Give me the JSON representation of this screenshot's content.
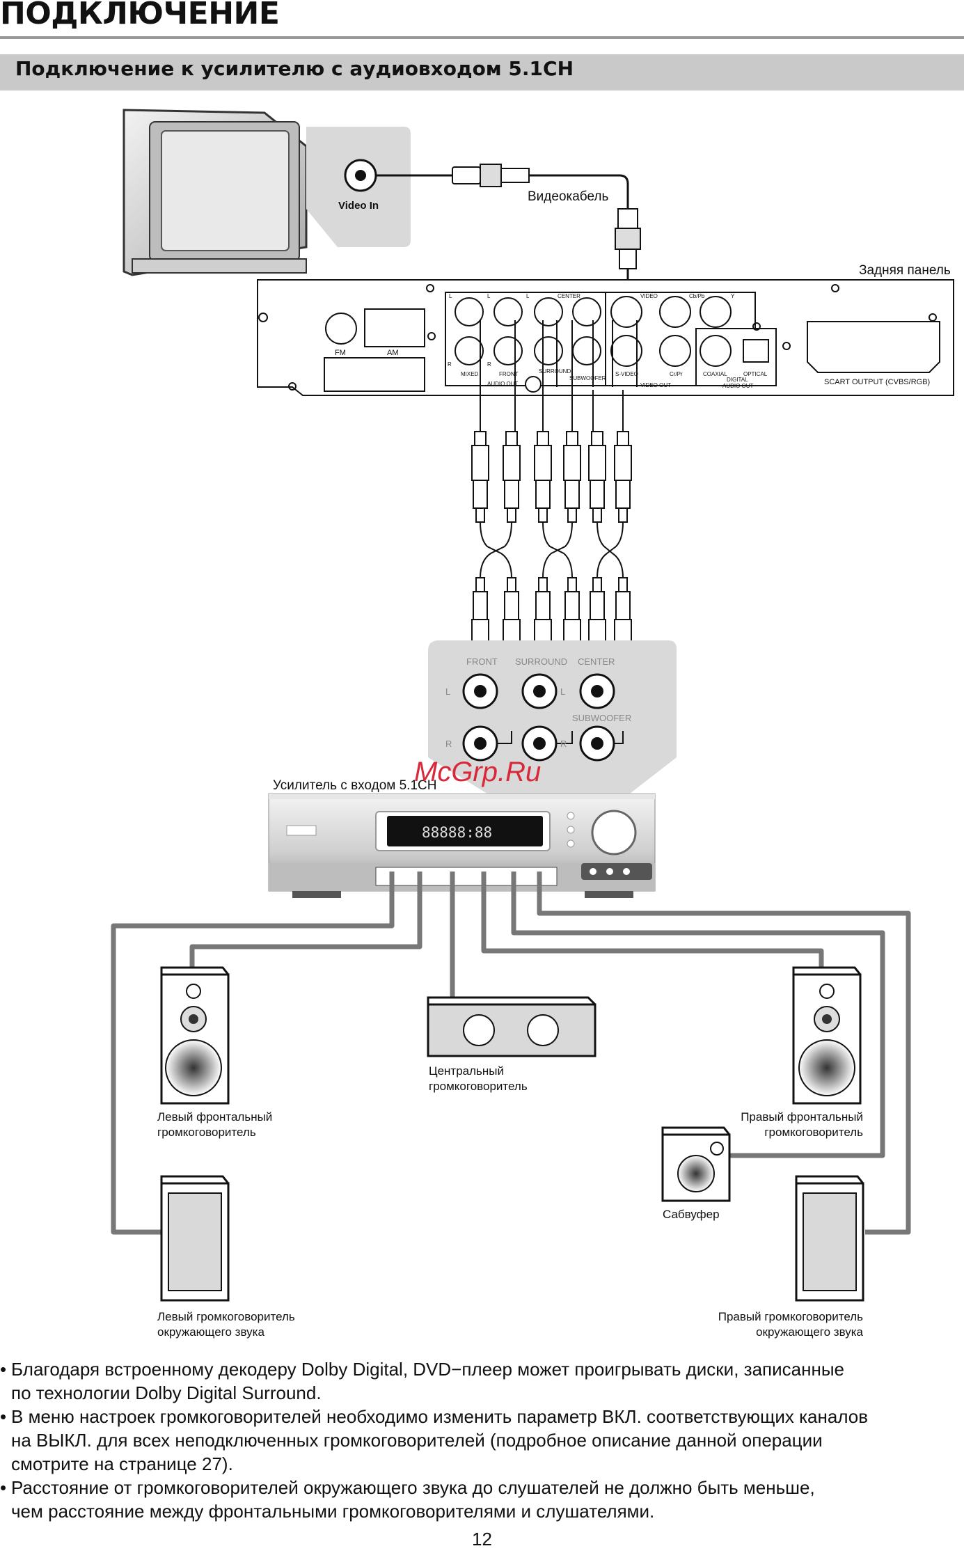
{
  "page": {
    "title": "ПОДКЛЮЧЕНИЕ",
    "section": "Подключение к усилителю с аудиовходом 5.1CH",
    "number": "12"
  },
  "diagram": {
    "tv_video_in": "Video In",
    "video_cable": "Видеокабель",
    "rear_panel": "Задняя панель",
    "rear_ports": {
      "fm": "FM",
      "am": "AM",
      "l": "L",
      "r": "R",
      "center": "CENTER",
      "mixed": "MIXED",
      "front": "FRONT",
      "surround": "SURROUND",
      "subwoofer": "SUBWOOFER",
      "audio_out": "AUDIO OUT",
      "video": "VIDEO",
      "cbpb": "Cb/Pb",
      "y": "Y",
      "svideo": "S-VIDEO",
      "crpr": "Cr/Pr",
      "video_out": "VIDEO OUT",
      "coaxial": "COAXIAL",
      "optical": "OPTICAL",
      "digital_audio_out_1": "DIGITAL",
      "digital_audio_out_2": "AUDIO OUT",
      "scart": "SCART  OUTPUT  (CVBS/RGB)"
    },
    "amp_inputs": {
      "front": "FRONT",
      "surround": "SURROUND",
      "center": "CENTER",
      "subwoofer": "SUBWOOFER",
      "l": "L",
      "r": "R"
    },
    "amp_label": "Усилитель с входом 5.1CH",
    "amp_display": "88888:88",
    "watermark": "McGrp.Ru",
    "speakers": {
      "left_front_1": "Левый фронтальный",
      "left_front_2": "громкоговоритель",
      "center_1": "Центральный",
      "center_2": "громкоговоритель",
      "right_front_1": "Правый фронтальный",
      "right_front_2": "громкоговоритель",
      "subwoofer": "Сабвуфер",
      "left_surround_1": "Левый громкоговоритель",
      "left_surround_2": "окружающего звука",
      "right_surround_1": "Правый громкоговоритель",
      "right_surround_2": "окружающего звука"
    }
  },
  "notes": {
    "b1_l1": "Благодаря встроенному декодеру Dolby Digital, DVD−плеер может проигрывать диски, записанные",
    "b1_l2": "по технологии Dolby Digital Surround.",
    "b2_l1": "В меню настроек громкоговорителей необходимо изменить параметр ВКЛ. соответствующих каналов",
    "b2_l2": "на ВЫКЛ. для всех неподключенных громкоговорителей (подробное описание данной операции",
    "b2_l3": "смотрите на странице 27).",
    "b3_l1": "Расстояние от громкоговорителей окружающего звука до слушателей не должно быть меньше,",
    "b3_l2": "чем расстояние между фронтальными громкоговорителями и слушателями."
  }
}
